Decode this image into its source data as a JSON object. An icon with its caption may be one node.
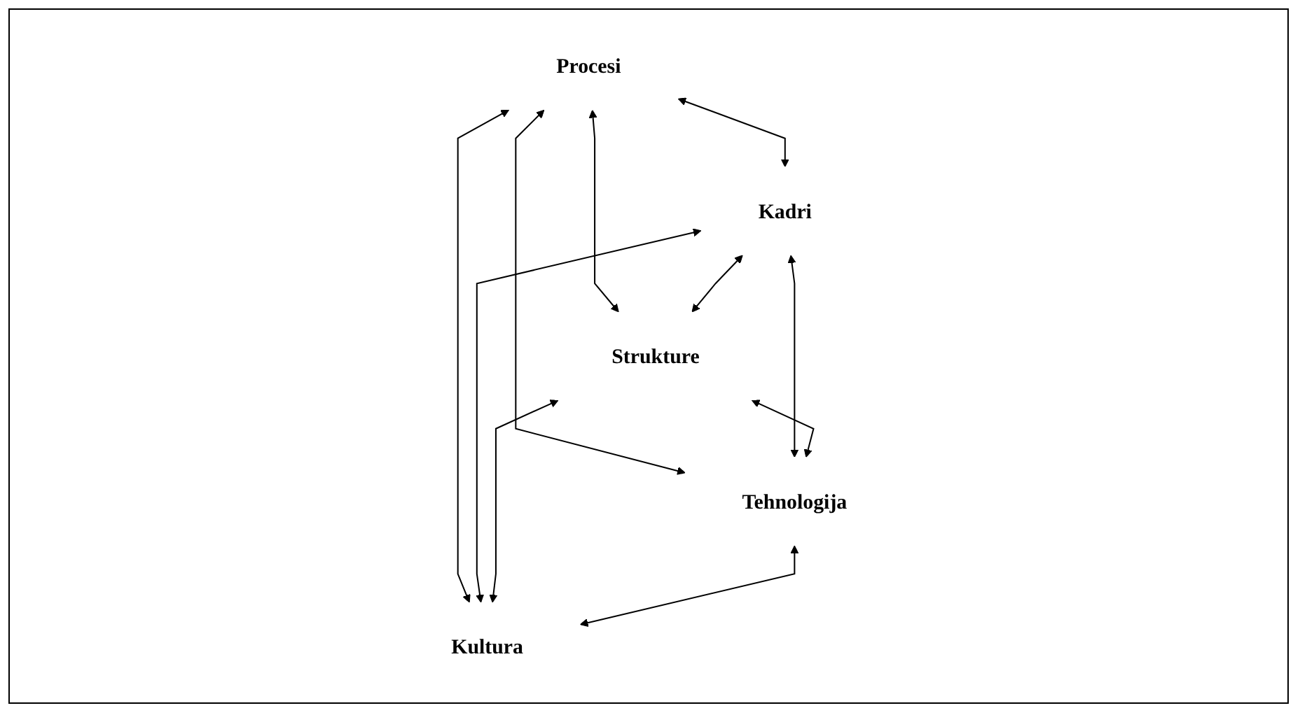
{
  "diagram": {
    "nodes": [
      {
        "text": [
          "Procesi"
        ]
      },
      {
        "text": [
          "Kadri"
        ]
      },
      {
        "text": [
          "Strukture"
        ]
      },
      {
        "text": [
          "Tehnologija"
        ]
      },
      {
        "text": [
          "Kultura"
        ]
      }
    ],
    "edges": [
      {
        "from": 0,
        "to": 1,
        "arrow": "both"
      },
      {
        "from": 0,
        "to": 2,
        "arrow": "both"
      },
      {
        "from": 0,
        "to": 3,
        "arrow": "both"
      },
      {
        "from": 0,
        "to": 4,
        "arrow": "both"
      },
      {
        "from": 1,
        "to": 2,
        "arrow": "both"
      },
      {
        "from": 1,
        "to": 3,
        "arrow": "both"
      },
      {
        "from": 1,
        "to": 4,
        "arrow": "both"
      },
      {
        "from": 2,
        "to": 3,
        "arrow": "both"
      },
      {
        "from": 2,
        "to": 4,
        "arrow": "both"
      },
      {
        "from": 3,
        "to": 4,
        "arrow": "both"
      }
    ]
  }
}
